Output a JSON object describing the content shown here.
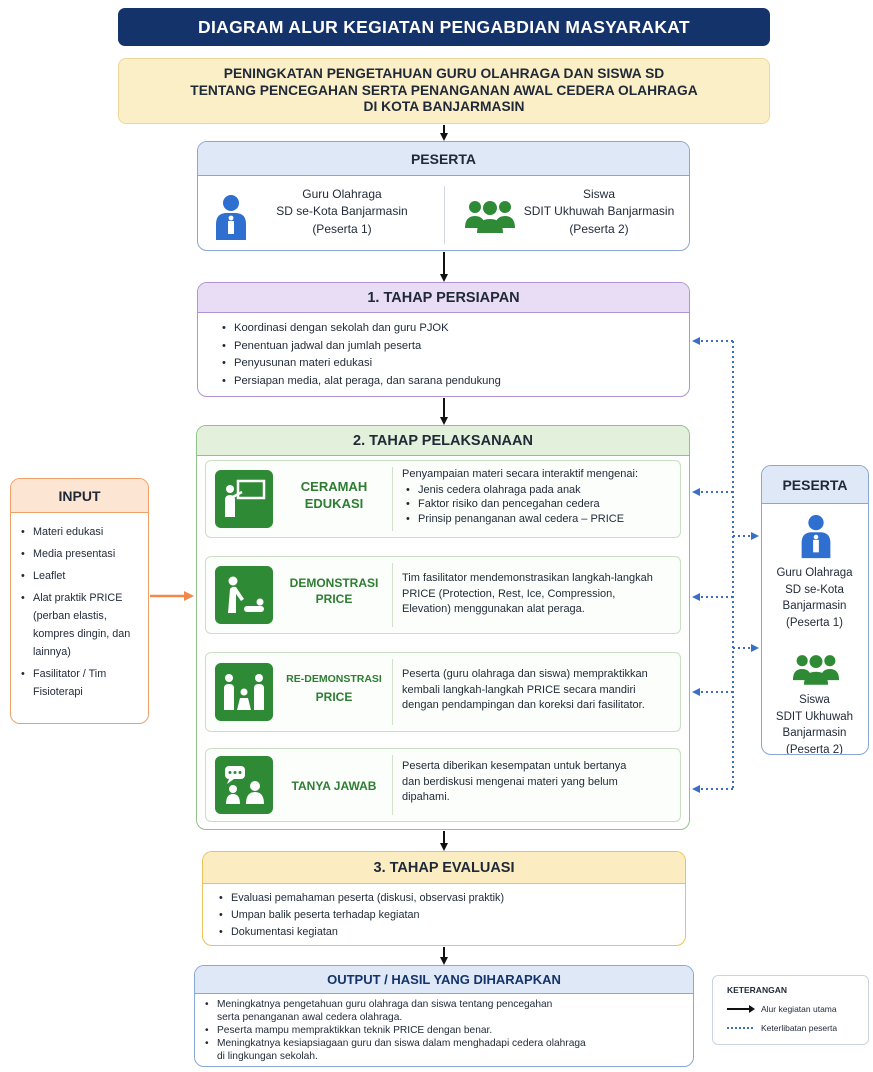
{
  "title": "DIAGRAM ALUR KEGIATAN PENGABDIAN MASYARAKAT",
  "subtitle": [
    "PENINGKATAN PENGETAHUAN GURU OLAHRAGA DAN SISWA SD",
    "TENTANG PENCEGAHAN SERTA PENANGANAN AWAL CEDERA OLAHRAGA",
    "DI KOTA BANJARMASIN"
  ],
  "peserta": {
    "title": "PESERTA",
    "guru": {
      "icon": "teacher-person-icon",
      "line1": "Guru Olahraga",
      "line2": "SD se-Kota Banjarmasin",
      "line3": "(Peserta 1)"
    },
    "siswa": {
      "icon": "students-group-icon",
      "line1": "Siswa",
      "line2": "SDIT Ukhuwah Banjarmasin",
      "line3": "(Peserta 2)"
    }
  },
  "persiapan": {
    "title": "1. TAHAP PERSIAPAN",
    "items": [
      "Koordinasi dengan sekolah dan guru PJOK",
      "Penentuan jadwal dan jumlah peserta",
      "Penyusunan materi edukasi",
      "Persiapan media, alat peraga, dan sarana pendukung"
    ]
  },
  "pelaksanaan": {
    "title": "2. TAHAP PELAKSANAAN",
    "steps": [
      {
        "icon": "lecture-board-icon",
        "name_line1": "CERAMAH",
        "name_line2": "EDUKASI",
        "intro": "Penyampaian materi secara interaktif mengenai:",
        "items": [
          "Jenis cedera olahraga pada anak",
          "Faktor risiko dan pencegahan cedera",
          "Prinsip penanganan awal cedera – PRICE"
        ]
      },
      {
        "icon": "demonstration-icon",
        "name_line1": "DEMONSTRASI",
        "name_line2": "PRICE",
        "desc": [
          "Tim fasilitator mendemonstrasikan langkah-langkah",
          "PRICE (Protection, Rest, Ice, Compression,",
          "Elevation) menggunakan alat peraga."
        ]
      },
      {
        "icon": "re-demonstration-icon",
        "name_line1": "RE-DEMONSTRASI",
        "name_line2": "PRICE",
        "desc": [
          "Peserta (guru olahraga dan siswa) mempraktikkan",
          "kembali langkah-langkah PRICE secara mandiri",
          "dengan pendampingan dan koreksi dari fasilitator."
        ]
      },
      {
        "icon": "question-answer-icon",
        "name_line1": "TANYA JAWAB",
        "desc": [
          "Peserta diberikan kesempatan untuk bertanya",
          "dan berdiskusi mengenai materi yang belum",
          "dipahami."
        ]
      }
    ]
  },
  "input": {
    "title": "INPUT",
    "items": [
      "Materi edukasi",
      "Media presentasi",
      "Leaflet",
      "Alat praktik PRICE (perban elastis, kompres dingin, dan lainnya)",
      "Fasilitator / Tim Fisioterapi"
    ]
  },
  "peserta_side": {
    "title": "PESERTA",
    "guru": [
      "Guru Olahraga",
      "SD se-Kota",
      "Banjarmasin",
      "(Peserta 1)"
    ],
    "siswa": [
      "Siswa",
      "SDIT Ukhuwah",
      "Banjarmasin",
      "(Peserta 2)"
    ]
  },
  "evaluasi": {
    "title": "3. TAHAP EVALUASI",
    "items": [
      "Evaluasi pemahaman peserta (diskusi, observasi praktik)",
      "Umpan balik peserta terhadap kegiatan",
      "Dokumentasi kegiatan"
    ]
  },
  "output": {
    "title": "OUTPUT / HASIL YANG DIHARAPKAN",
    "items": [
      [
        "Meningkatnya pengetahuan guru olahraga dan siswa tentang pencegahan",
        "serta penanganan awal cedera olahraga."
      ],
      [
        "Peserta mampu mempraktikkan teknik PRICE dengan benar."
      ],
      [
        "Meningkatnya kesiapsiagaan guru dan siswa dalam menghadapi cedera olahraga",
        "di lingkungan sekolah."
      ]
    ]
  },
  "legend": {
    "title": "KETERANGAN",
    "solid": "Alur kegiatan utama",
    "dotted": "Keterlibatan peserta"
  },
  "colors": {
    "navy": "#15336b",
    "blue": "#2f6fd0",
    "green": "#2f8a36",
    "orange": "#f08a4b",
    "dotted": "#3b6fc4"
  }
}
